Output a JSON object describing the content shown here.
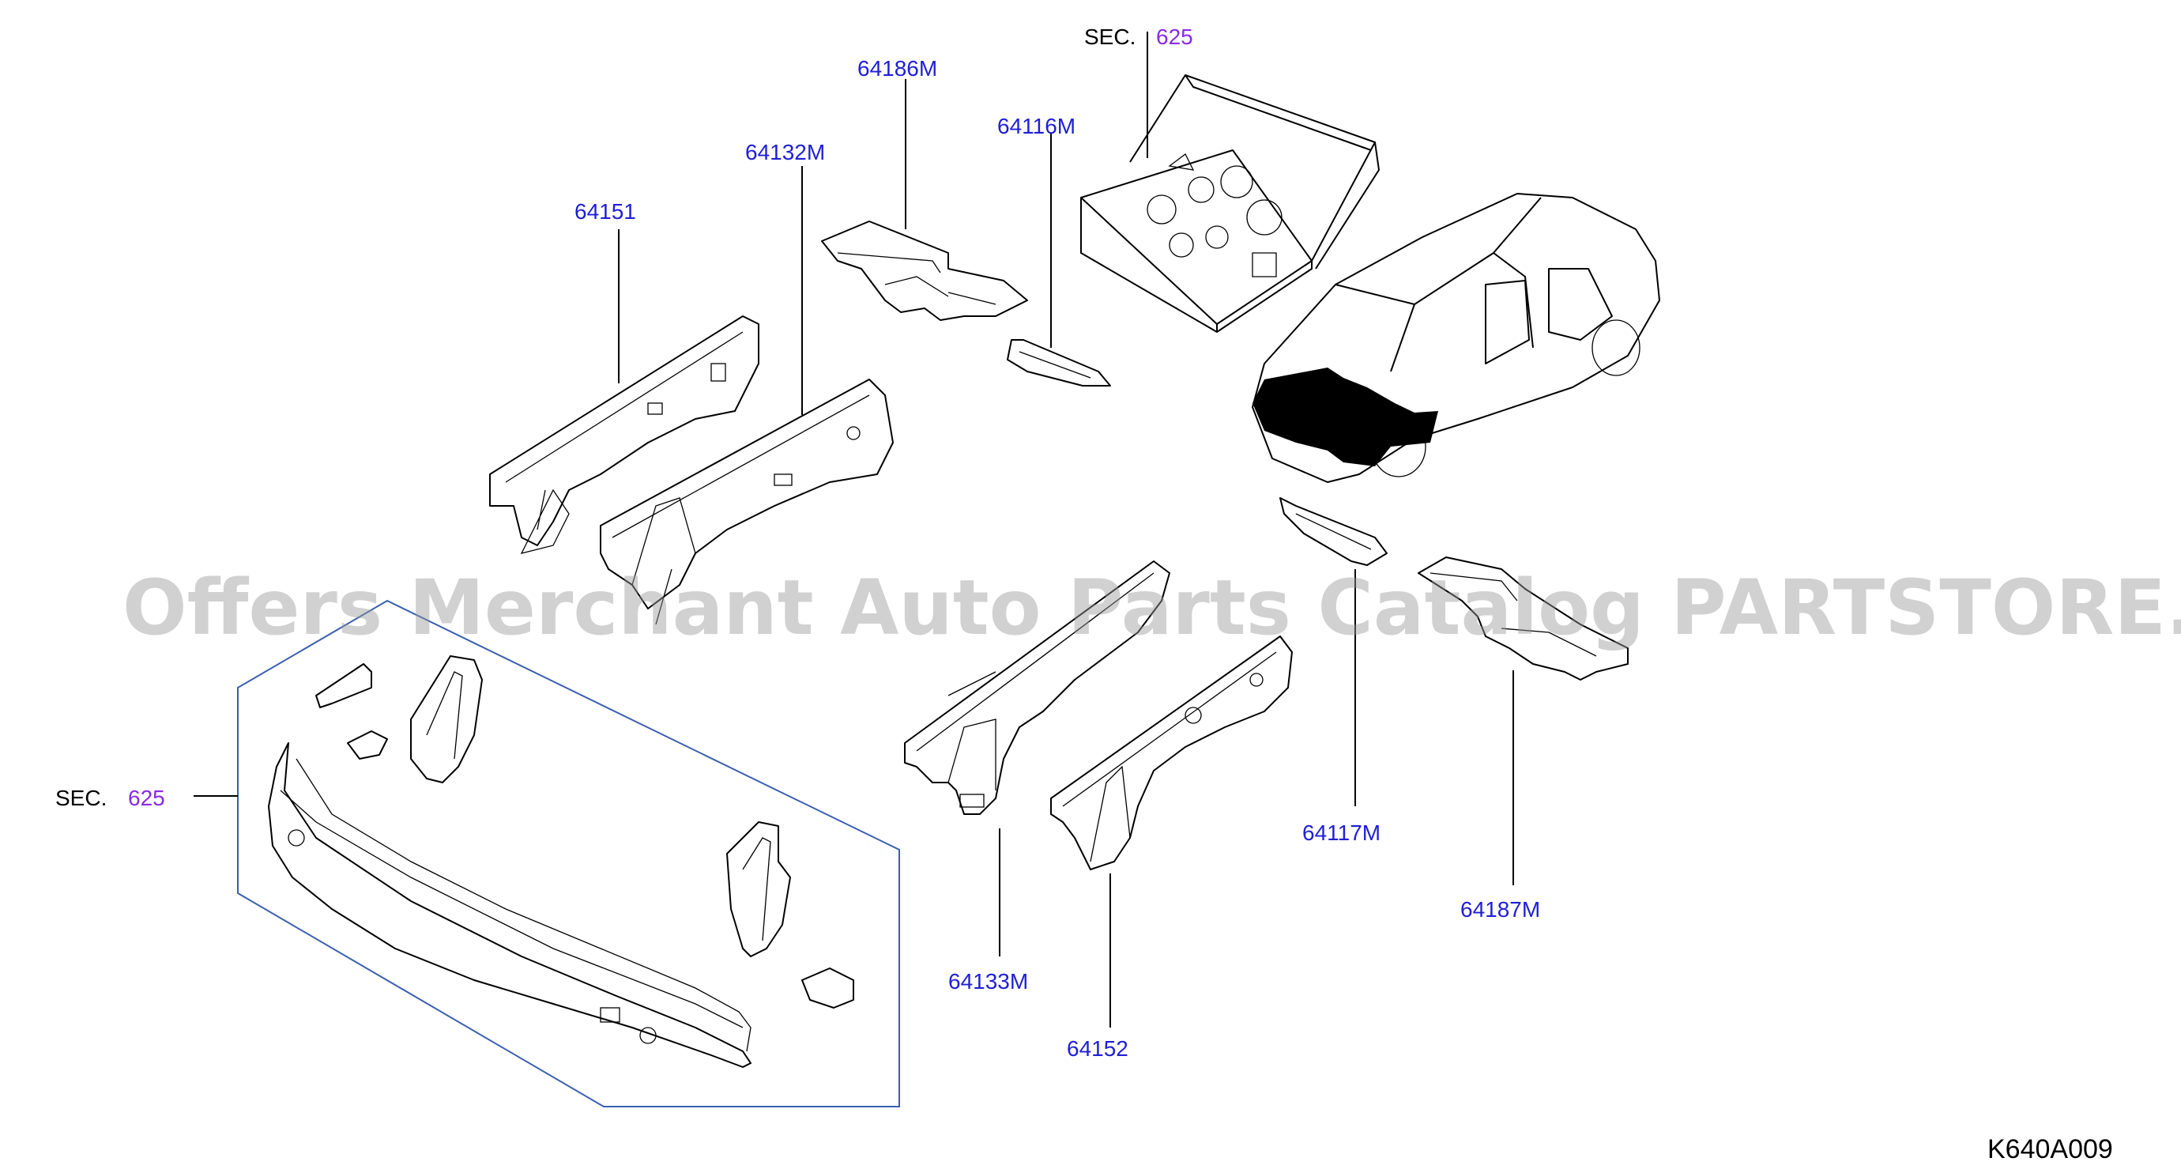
{
  "diagram": {
    "code": "K640A009",
    "watermark": "Offers Merchant Auto Parts Catalog PARTSTORE.SA",
    "section_refs": [
      {
        "prefix": "SEC.",
        "number": "625"
      },
      {
        "prefix": "SEC.",
        "number": "625"
      }
    ],
    "part_labels": [
      {
        "id": "64186M"
      },
      {
        "id": "64116M"
      },
      {
        "id": "64132M"
      },
      {
        "id": "64151"
      },
      {
        "id": "64117M"
      },
      {
        "id": "64187M"
      },
      {
        "id": "64133M"
      },
      {
        "id": "64152"
      }
    ],
    "colors": {
      "part_number": "#1f1fd6",
      "section_number": "#8a2be2",
      "group_outline": "#3a5fb0",
      "highlight": "#000000"
    }
  }
}
